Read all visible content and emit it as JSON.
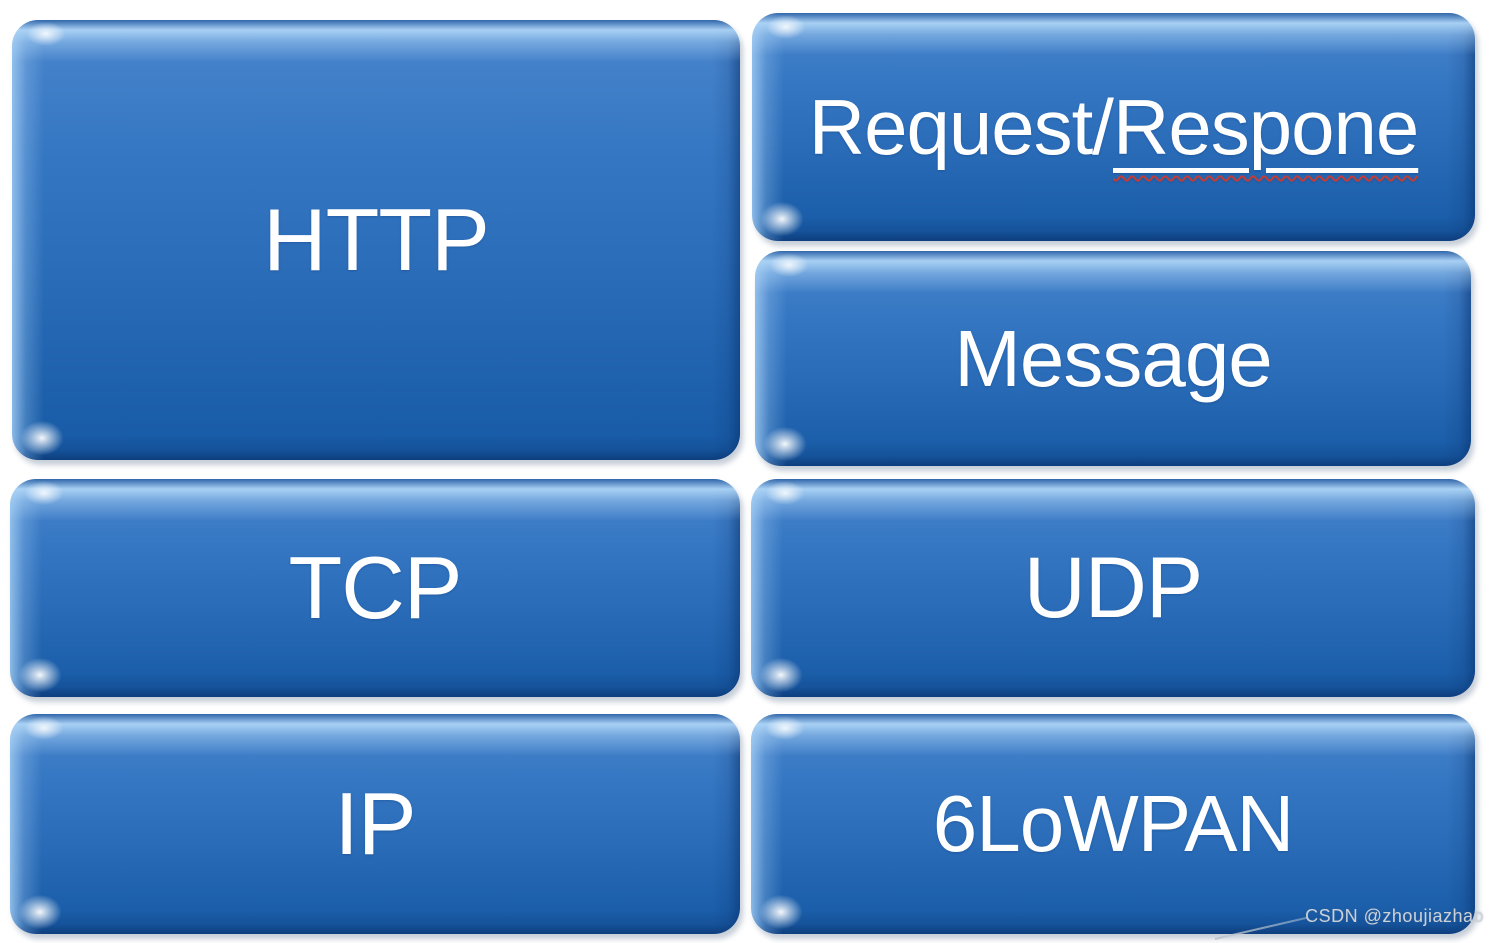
{
  "diagram": {
    "description": "Protocol stack diagram: HTTP over TCP/IP beside CoAP-style stack (Request/Respone, Message, UDP, 6LoWPAN)",
    "boxes": {
      "http": {
        "label": "HTTP"
      },
      "request_response": {
        "prefix": "Request/",
        "underlined": "Respone"
      },
      "message": {
        "label": "Message"
      },
      "tcp": {
        "label": "TCP"
      },
      "udp": {
        "label": "UDP"
      },
      "ip": {
        "label": "IP"
      },
      "lowpan": {
        "label": "6LoWPAN"
      }
    },
    "colors": {
      "box_gradient_top": "#4a86cd",
      "box_gradient_bottom": "#1659a4",
      "gloss_highlight": "#add4f6",
      "text": "#ffffff",
      "spellcheck_wavy": "#c43c37",
      "background": "#ffffff"
    }
  },
  "watermark": {
    "text": "CSDN @zhoujiazhao"
  }
}
